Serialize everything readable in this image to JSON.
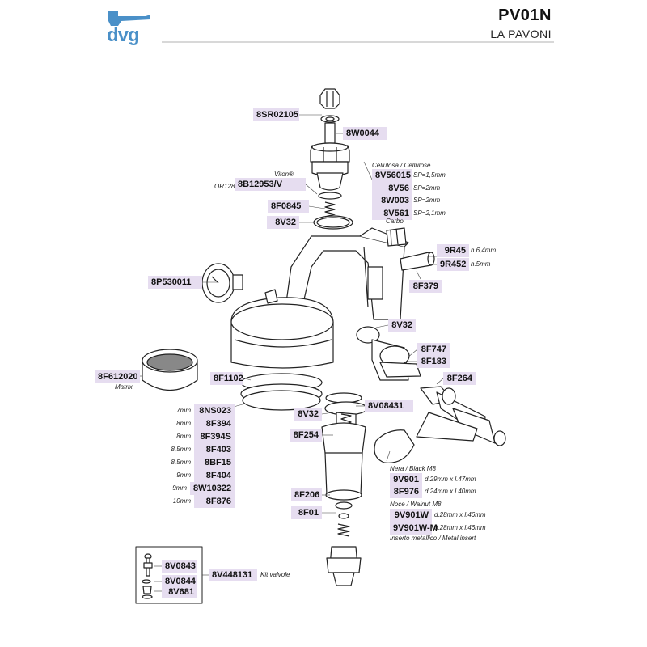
{
  "header": {
    "logo_text": "dvg",
    "model": "PV01N",
    "brand": "LA PAVONI",
    "logo_color": "#4a90c8",
    "label_bg_color": "#e6ddf0"
  },
  "parts": {
    "p1": "8SR02105",
    "p2": "8W0044",
    "p3": "8B12953/V",
    "p4": "8F0845",
    "p5": "8V32",
    "p6": "8V56015",
    "p7": "8V56",
    "p8": "8W003",
    "p9": "8V561",
    "p10": "9R45",
    "p11": "9R452",
    "p12": "8F379",
    "p13": "8P530011",
    "p14": "8V32",
    "p15": "8F747",
    "p16": "8F183",
    "p17": "8F612020",
    "p18": "8F1102",
    "p19": "8F264",
    "p20": "8V08431",
    "p21": "8V32",
    "p22": "8F254",
    "p23": "8NS023",
    "p24": "8F394",
    "p25": "8F394S",
    "p26": "8F403",
    "p27": "8BF15",
    "p28": "8F404",
    "p29": "8W10322",
    "p30": "8F876",
    "p31": "9V901",
    "p32": "8F976",
    "p33": "9V901W",
    "p34": "9V901W-M",
    "p35": "8F206",
    "p36": "8F01",
    "p37": "8V0843",
    "p38": "8V0844",
    "p39": "8V681",
    "p40": "8V448131"
  },
  "notes": {
    "viton": "Viton®",
    "or128": "OR128",
    "cellulosa": "Cellulosa / Cellulose",
    "sp15": "SP=1,5mm",
    "sp2a": "SP=2mm",
    "sp2b": "SP=2mm",
    "sp21": "SP=2,1mm",
    "carbo": "Carbo",
    "h64": "h.6,4mm",
    "h5": "h.5mm",
    "matrix": "Matrix",
    "s7": "7mm",
    "s8a": "8mm",
    "s8b": "8mm",
    "s85a": "8,5mm",
    "s85b": "8,5mm",
    "s9a": "9mm",
    "s9b": "9mm",
    "s10": "10mm",
    "nera": "Nera / Black M8",
    "d29": "d.29mm x l.47mm",
    "d24": "d.24mm x l.40mm",
    "noce": "Noce / Walnut M8",
    "d28a": "d.28mm x l.46mm",
    "d28b": "d.28mm x l.46mm",
    "inserto": "Inserto metallico / Metal insert",
    "kit": "Kit valvole"
  }
}
